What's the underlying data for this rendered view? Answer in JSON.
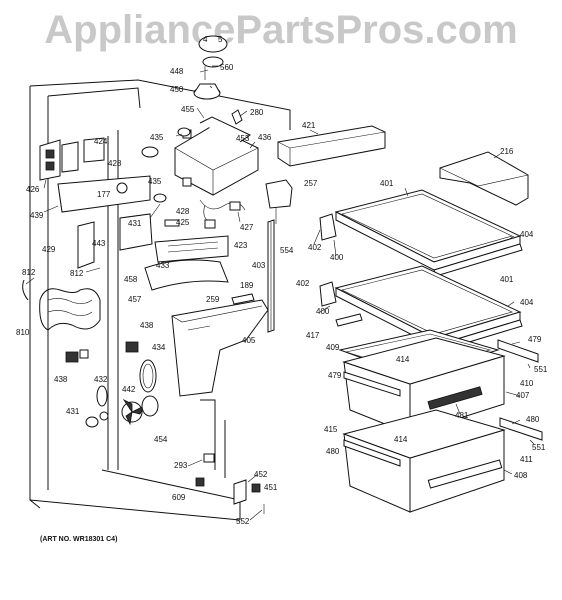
{
  "watermark": "AppliancePartsPros.com",
  "art_number": "(ART NO. WR18301 C4)",
  "part_labels": [
    {
      "id": "l448",
      "text": "448"
    },
    {
      "id": "l560",
      "text": "560"
    },
    {
      "id": "l450",
      "text": "450"
    },
    {
      "id": "l455",
      "text": "455"
    },
    {
      "id": "l280",
      "text": "280"
    },
    {
      "id": "l435a",
      "text": "435"
    },
    {
      "id": "l453",
      "text": "453"
    },
    {
      "id": "l436",
      "text": "436"
    },
    {
      "id": "l421",
      "text": "421"
    },
    {
      "id": "l216",
      "text": "216"
    },
    {
      "id": "l424",
      "text": "424"
    },
    {
      "id": "l428a",
      "text": "428"
    },
    {
      "id": "l426",
      "text": "426"
    },
    {
      "id": "l435b",
      "text": "435"
    },
    {
      "id": "l257",
      "text": "257"
    },
    {
      "id": "l401a",
      "text": "401"
    },
    {
      "id": "l177",
      "text": "177"
    },
    {
      "id": "l439",
      "text": "439"
    },
    {
      "id": "l428b",
      "text": "428"
    },
    {
      "id": "l425",
      "text": "425"
    },
    {
      "id": "l427",
      "text": "427"
    },
    {
      "id": "l431a",
      "text": "431"
    },
    {
      "id": "l443",
      "text": "443"
    },
    {
      "id": "l423",
      "text": "423"
    },
    {
      "id": "l554",
      "text": "554"
    },
    {
      "id": "l402a",
      "text": "402"
    },
    {
      "id": "l404a",
      "text": "404"
    },
    {
      "id": "l400a",
      "text": "400"
    },
    {
      "id": "l429",
      "text": "429"
    },
    {
      "id": "l433",
      "text": "433"
    },
    {
      "id": "l403",
      "text": "403"
    },
    {
      "id": "l812a",
      "text": "812"
    },
    {
      "id": "l812b",
      "text": "812"
    },
    {
      "id": "l458",
      "text": "458"
    },
    {
      "id": "l401b",
      "text": "401"
    },
    {
      "id": "l189",
      "text": "189"
    },
    {
      "id": "l259",
      "text": "259"
    },
    {
      "id": "l402b",
      "text": "402"
    },
    {
      "id": "l457",
      "text": "457"
    },
    {
      "id": "l404b",
      "text": "404"
    },
    {
      "id": "l400b",
      "text": "400"
    },
    {
      "id": "l438a",
      "text": "438"
    },
    {
      "id": "l810",
      "text": "810"
    },
    {
      "id": "l405",
      "text": "405"
    },
    {
      "id": "l417",
      "text": "417"
    },
    {
      "id": "l479a",
      "text": "479"
    },
    {
      "id": "l409",
      "text": "409"
    },
    {
      "id": "l434",
      "text": "434"
    },
    {
      "id": "l414a",
      "text": "414"
    },
    {
      "id": "l551a",
      "text": "551"
    },
    {
      "id": "l438b",
      "text": "438"
    },
    {
      "id": "l479b",
      "text": "479"
    },
    {
      "id": "l410",
      "text": "410"
    },
    {
      "id": "l432",
      "text": "432"
    },
    {
      "id": "l442",
      "text": "442"
    },
    {
      "id": "l407",
      "text": "407"
    },
    {
      "id": "l481",
      "text": "481"
    },
    {
      "id": "l431b",
      "text": "431"
    },
    {
      "id": "l480a",
      "text": "480"
    },
    {
      "id": "l415",
      "text": "415"
    },
    {
      "id": "l414b",
      "text": "414"
    },
    {
      "id": "l551b",
      "text": "551"
    },
    {
      "id": "l454",
      "text": "454"
    },
    {
      "id": "l480b",
      "text": "480"
    },
    {
      "id": "l411",
      "text": "411"
    },
    {
      "id": "l293",
      "text": "293"
    },
    {
      "id": "l408",
      "text": "408"
    },
    {
      "id": "l452",
      "text": "452"
    },
    {
      "id": "l609",
      "text": "609"
    },
    {
      "id": "l451",
      "text": "451"
    },
    {
      "id": "l552",
      "text": "552"
    },
    {
      "id": "l4top",
      "text": "4"
    },
    {
      "id": "l5top",
      "text": "5"
    }
  ]
}
